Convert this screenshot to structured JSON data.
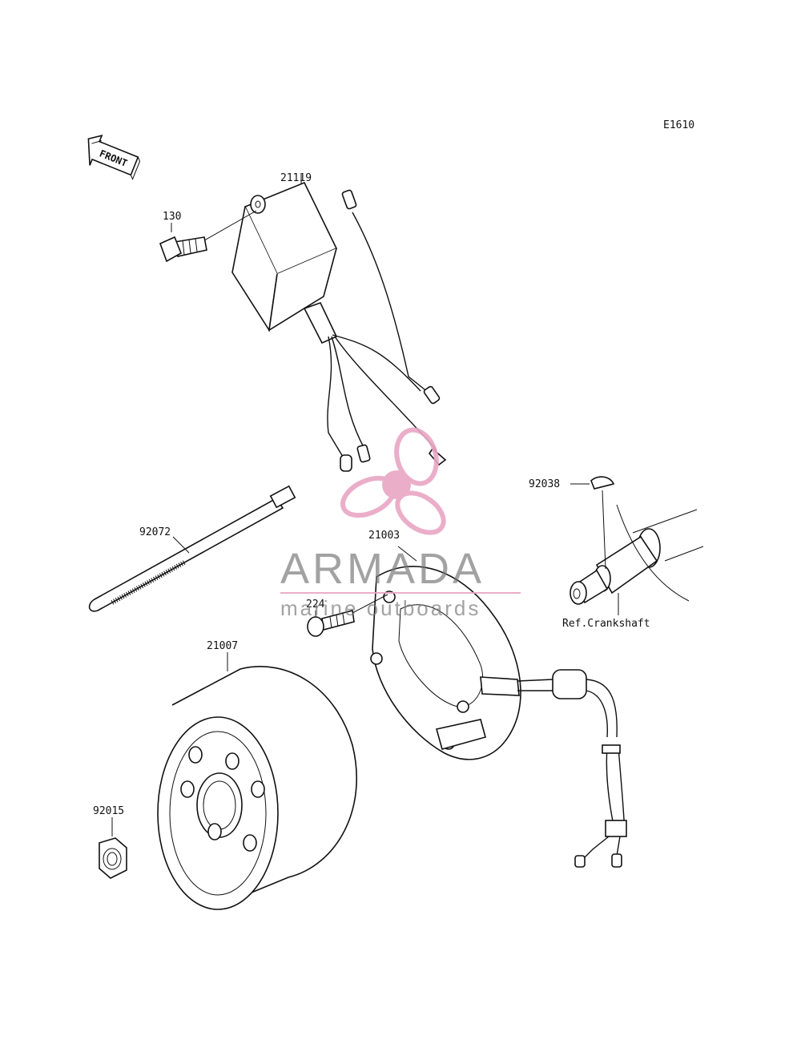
{
  "diagram_code": "E1610",
  "front_label": "FRONT",
  "parts": {
    "cdi_unit": "21119",
    "bolt_130": "130",
    "cable_tie": "92072",
    "stator": "21003",
    "screw_224": "224",
    "flywheel": "21007",
    "nut": "92015",
    "key": "92038",
    "crankshaft_ref": "Ref.Crankshaft"
  },
  "watermark": {
    "brand": "ARMADA",
    "tagline": "marine outboards",
    "color": "#e9a6c4",
    "text_color": "#777777"
  }
}
